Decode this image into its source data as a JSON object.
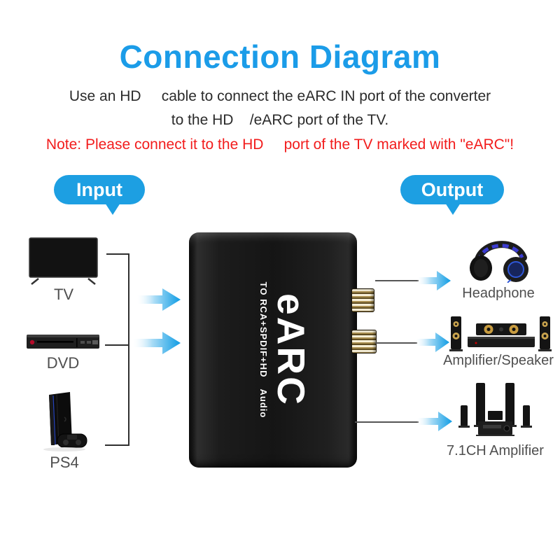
{
  "page": {
    "title": "Connection Diagram",
    "instruction_line1": "Use an HD     cable to connect the eARC IN port of the converter",
    "instruction_line2": "to the HD    /eARC port of the TV.",
    "note": "Note: Please connect it to the HD     port of the TV marked with \"eARC\"!"
  },
  "badges": {
    "input": "Input",
    "output": "Output"
  },
  "converter": {
    "name": "eARC",
    "spec": "TO RCA+SPDIF+HD",
    "spec2": "Audio"
  },
  "input_devices": [
    {
      "label": "TV"
    },
    {
      "label": "DVD"
    },
    {
      "label": "PS4"
    }
  ],
  "output_devices": [
    {
      "label": "Headphone"
    },
    {
      "label": "Amplifier/Speaker"
    },
    {
      "label": "7.1CH Amplifier"
    }
  ],
  "colors": {
    "accent_blue": "#1b9ce8",
    "bubble_blue": "#1d9fe2",
    "note_red": "#f21c1c",
    "arrow_blue": "#14a0e6",
    "body_text": "#2b2b2b",
    "label_text": "#4f4f4f",
    "rca_gold": "#a98f50"
  }
}
